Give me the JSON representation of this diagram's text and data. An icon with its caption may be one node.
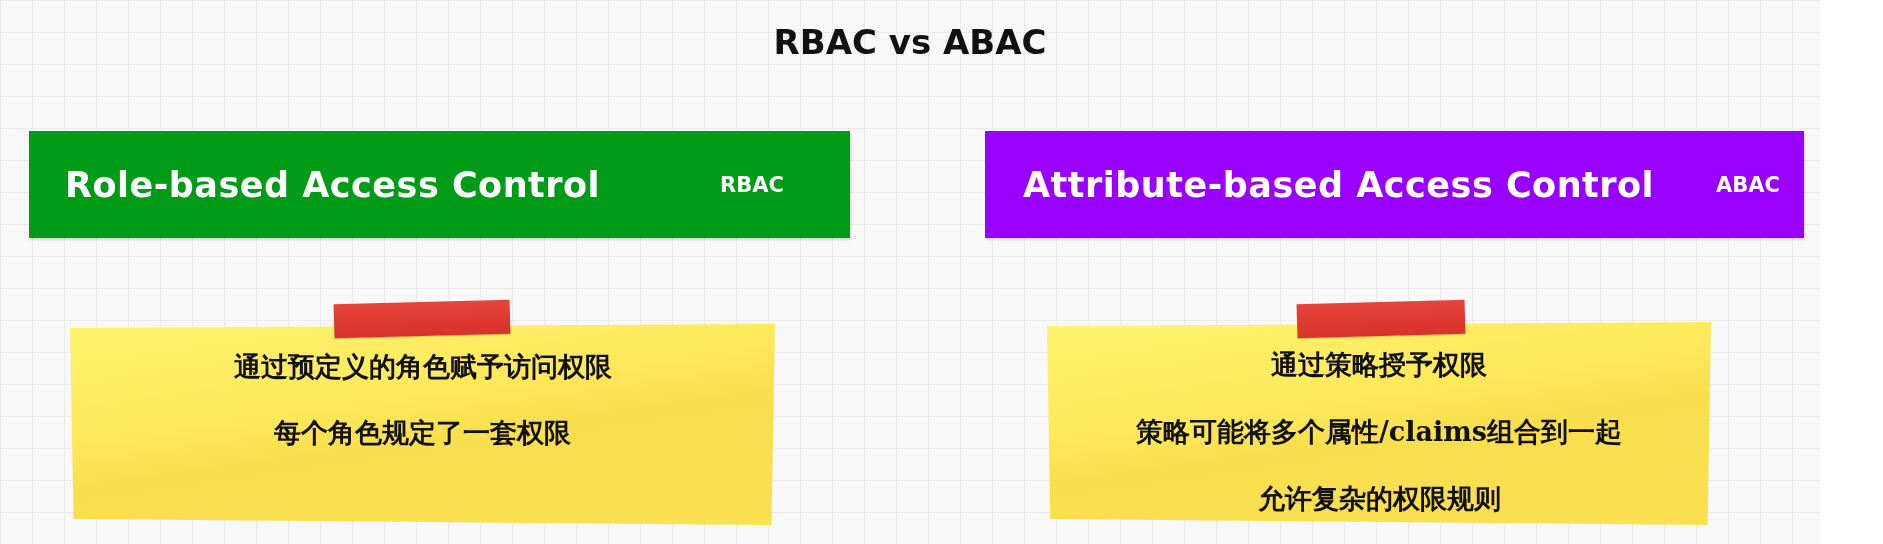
{
  "diagram": {
    "title": "RBAC vs ABAC",
    "nodes": [
      {
        "text": [
          "Role-based Access Control",
          "RBAC"
        ]
      },
      {
        "text": [
          "Attribute-based Access Control",
          "ABAC"
        ]
      },
      {
        "text": [
          "通过预定义的角色赋予访问权限",
          "每个角色规定了一套权限"
        ]
      },
      {
        "text": [
          "通过策略授予权限",
          "策略可能将多个属性/claims组合到一起",
          "允许复杂的权限规则"
        ]
      }
    ]
  }
}
